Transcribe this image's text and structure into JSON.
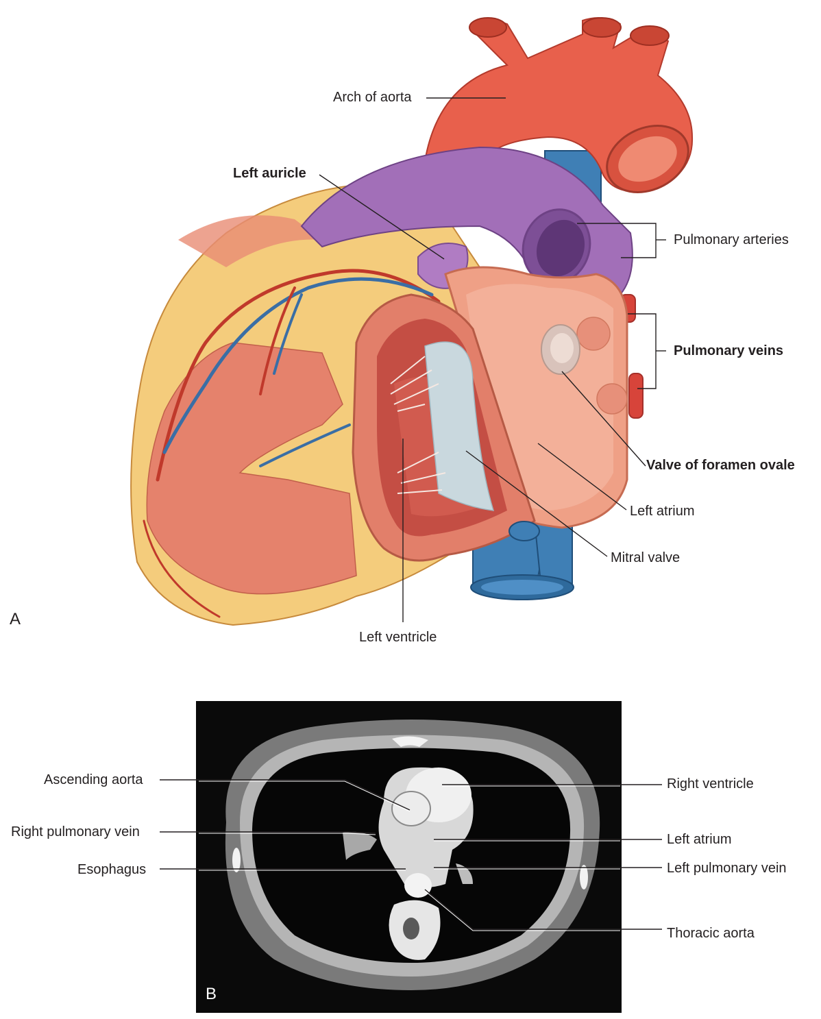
{
  "panel_a": {
    "letter": "A",
    "labels": {
      "arch_of_aorta": "Arch of aorta",
      "left_auricle": "Left auricle",
      "pulmonary_arteries": "Pulmonary arteries",
      "pulmonary_veins": "Pulmonary veins",
      "valve_of_foramen_ovale": "Valve of foramen ovale",
      "left_atrium": "Left atrium",
      "mitral_valve": "Mitral valve",
      "left_ventricle": "Left ventricle"
    }
  },
  "panel_b": {
    "letter": "B",
    "labels": {
      "ascending_aorta": "Ascending aorta",
      "right_pulmonary_vein": "Right pulmonary vein",
      "esophagus": "Esophagus",
      "right_ventricle": "Right ventricle",
      "left_atrium": "Left atrium",
      "left_pulmonary_vein": "Left pulmonary vein",
      "thoracic_aorta": "Thoracic aorta"
    }
  },
  "colors": {
    "aorta": "#e8604c",
    "pulmonary_artery": "#a26fb8",
    "vein_blue": "#3f7fb5",
    "fat": "#f4cc7c",
    "myocardium": "#e5826c",
    "atrium_wall": "#efa086",
    "valve": "#c9d8de",
    "ct_background": "#0a0a0a"
  }
}
